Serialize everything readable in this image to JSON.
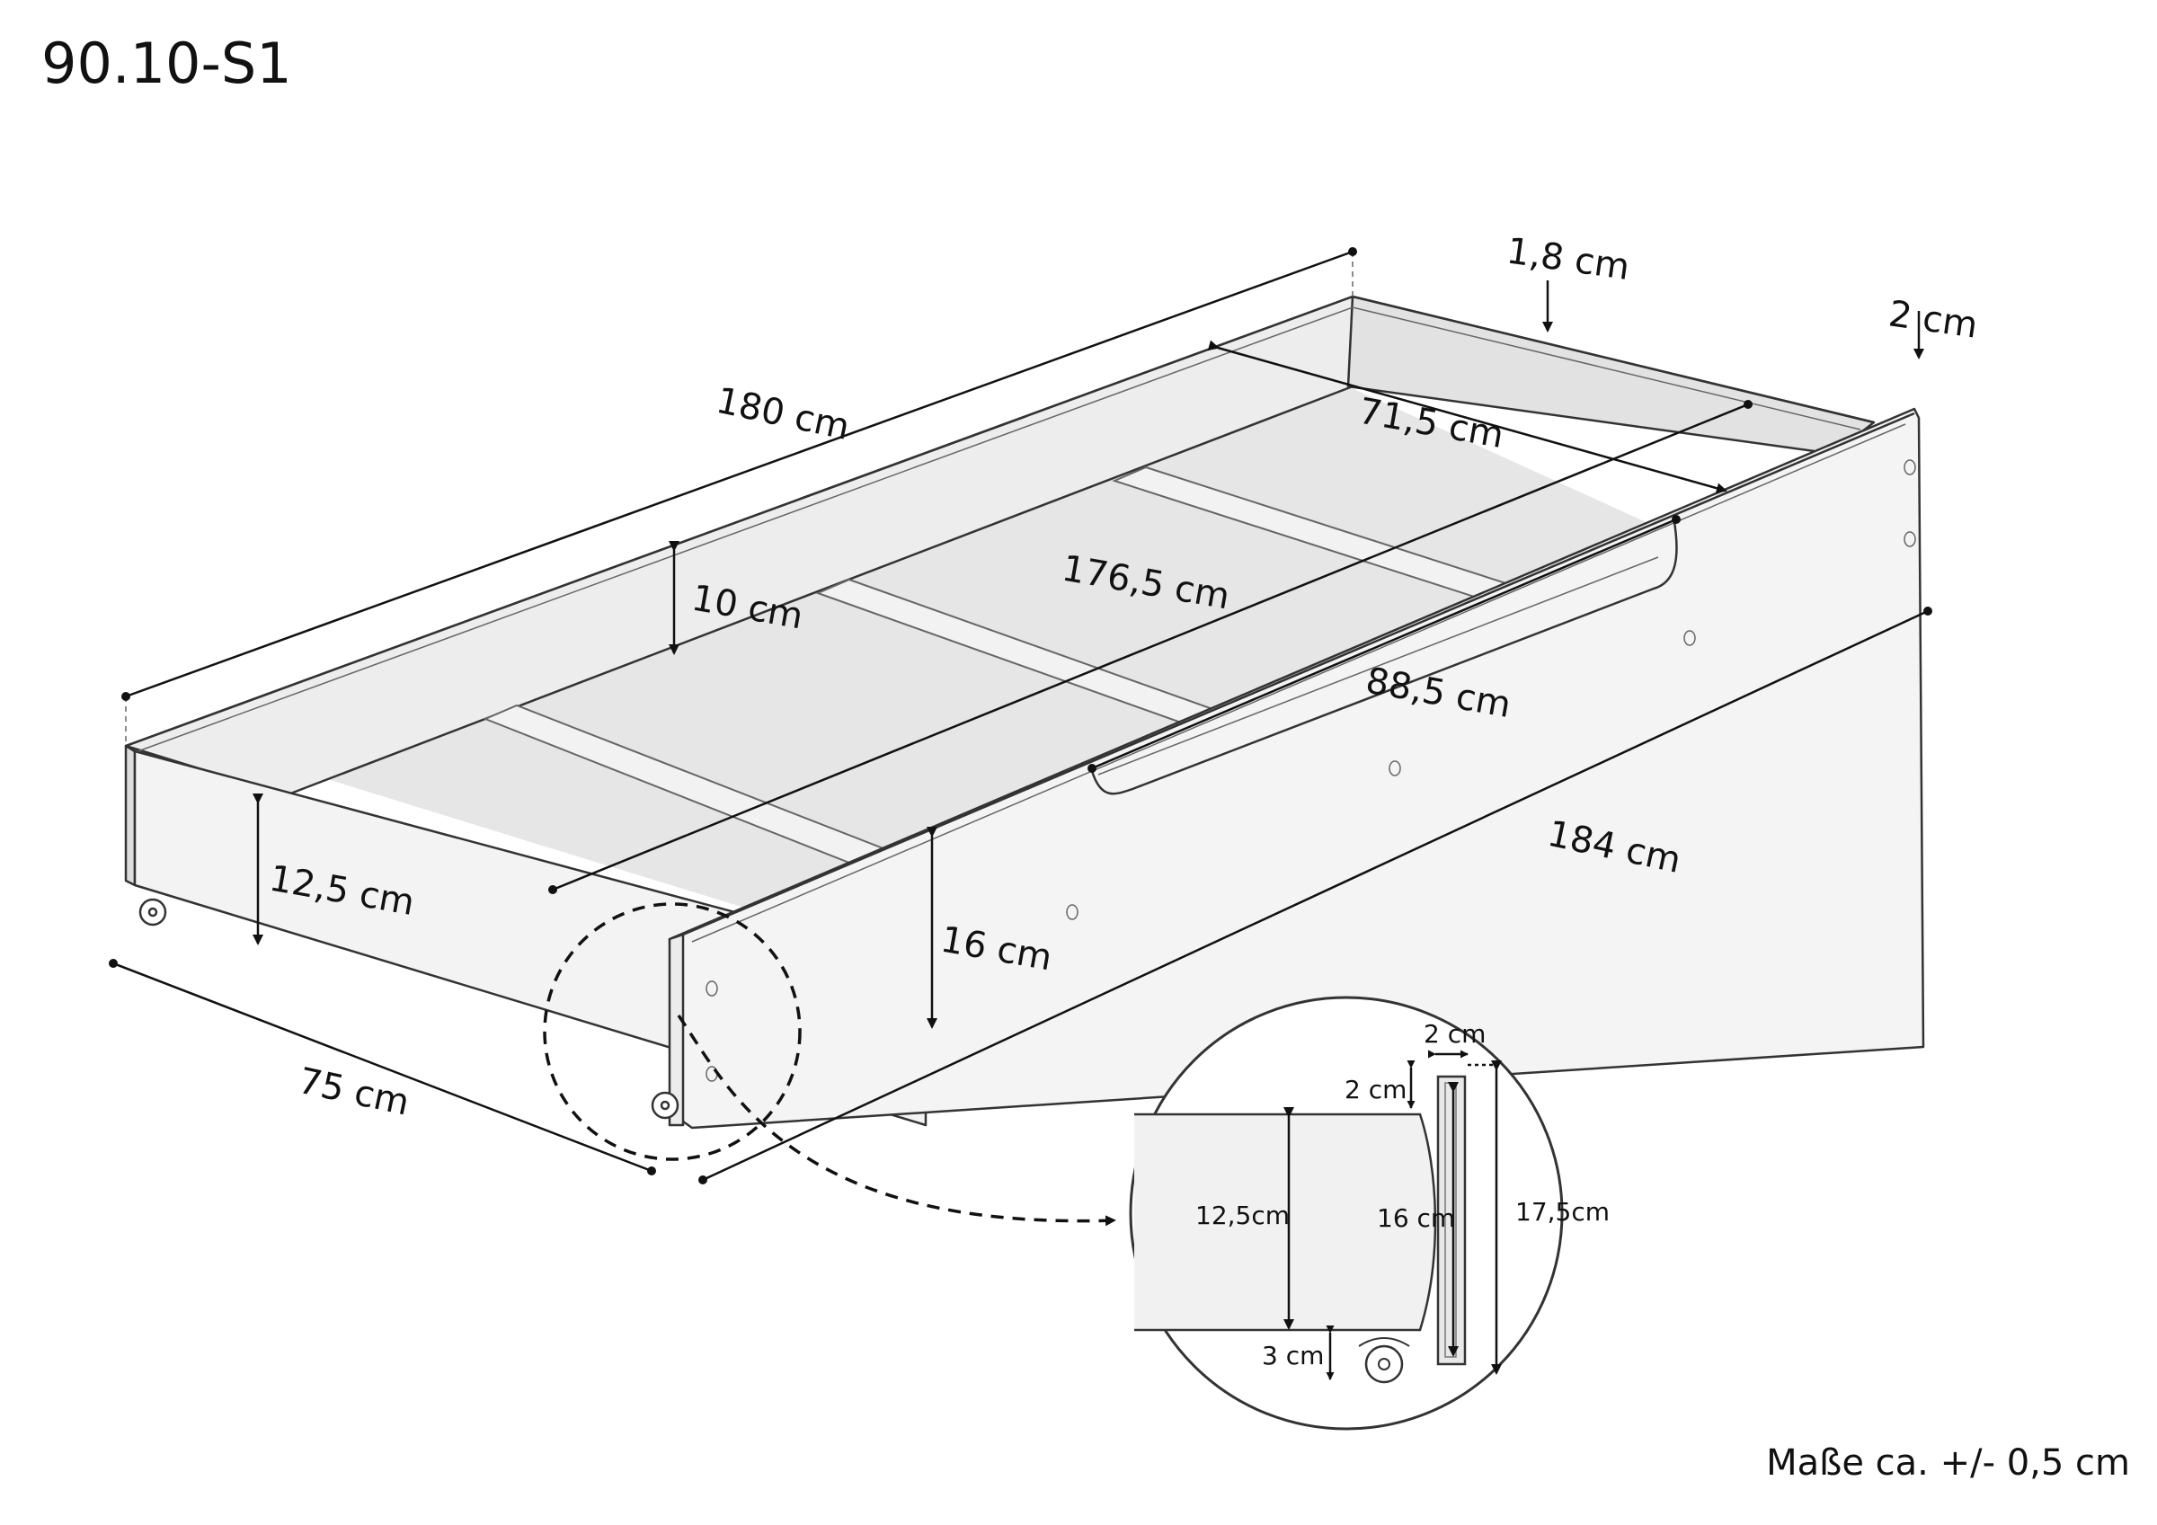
{
  "header": {
    "title": "90.10-S1"
  },
  "footer": {
    "tolerance": "Maße ca. +/- 0,5 cm"
  },
  "dimensions": {
    "length_top": "180 cm",
    "board_thickness": "1,8 cm",
    "front_thickness": "2 cm",
    "inner_width": "71,5 cm",
    "inner_length": "176,5 cm",
    "inner_height": "10 cm",
    "handle_width": "88,5 cm",
    "side_height": "12,5 cm",
    "front_height": "16 cm",
    "width_bottom": "75 cm",
    "length_bottom": "184 cm"
  },
  "detail": {
    "front_thickness": "2 cm",
    "top_offset": "2 cm",
    "side_height": "12,5cm",
    "front_height": "16 cm",
    "total_height": "17,5cm",
    "wheel_clearance": "3 cm"
  },
  "colors": {
    "line": "#333333",
    "panel": "#eeeeee",
    "floor": "#e4e4e4"
  }
}
